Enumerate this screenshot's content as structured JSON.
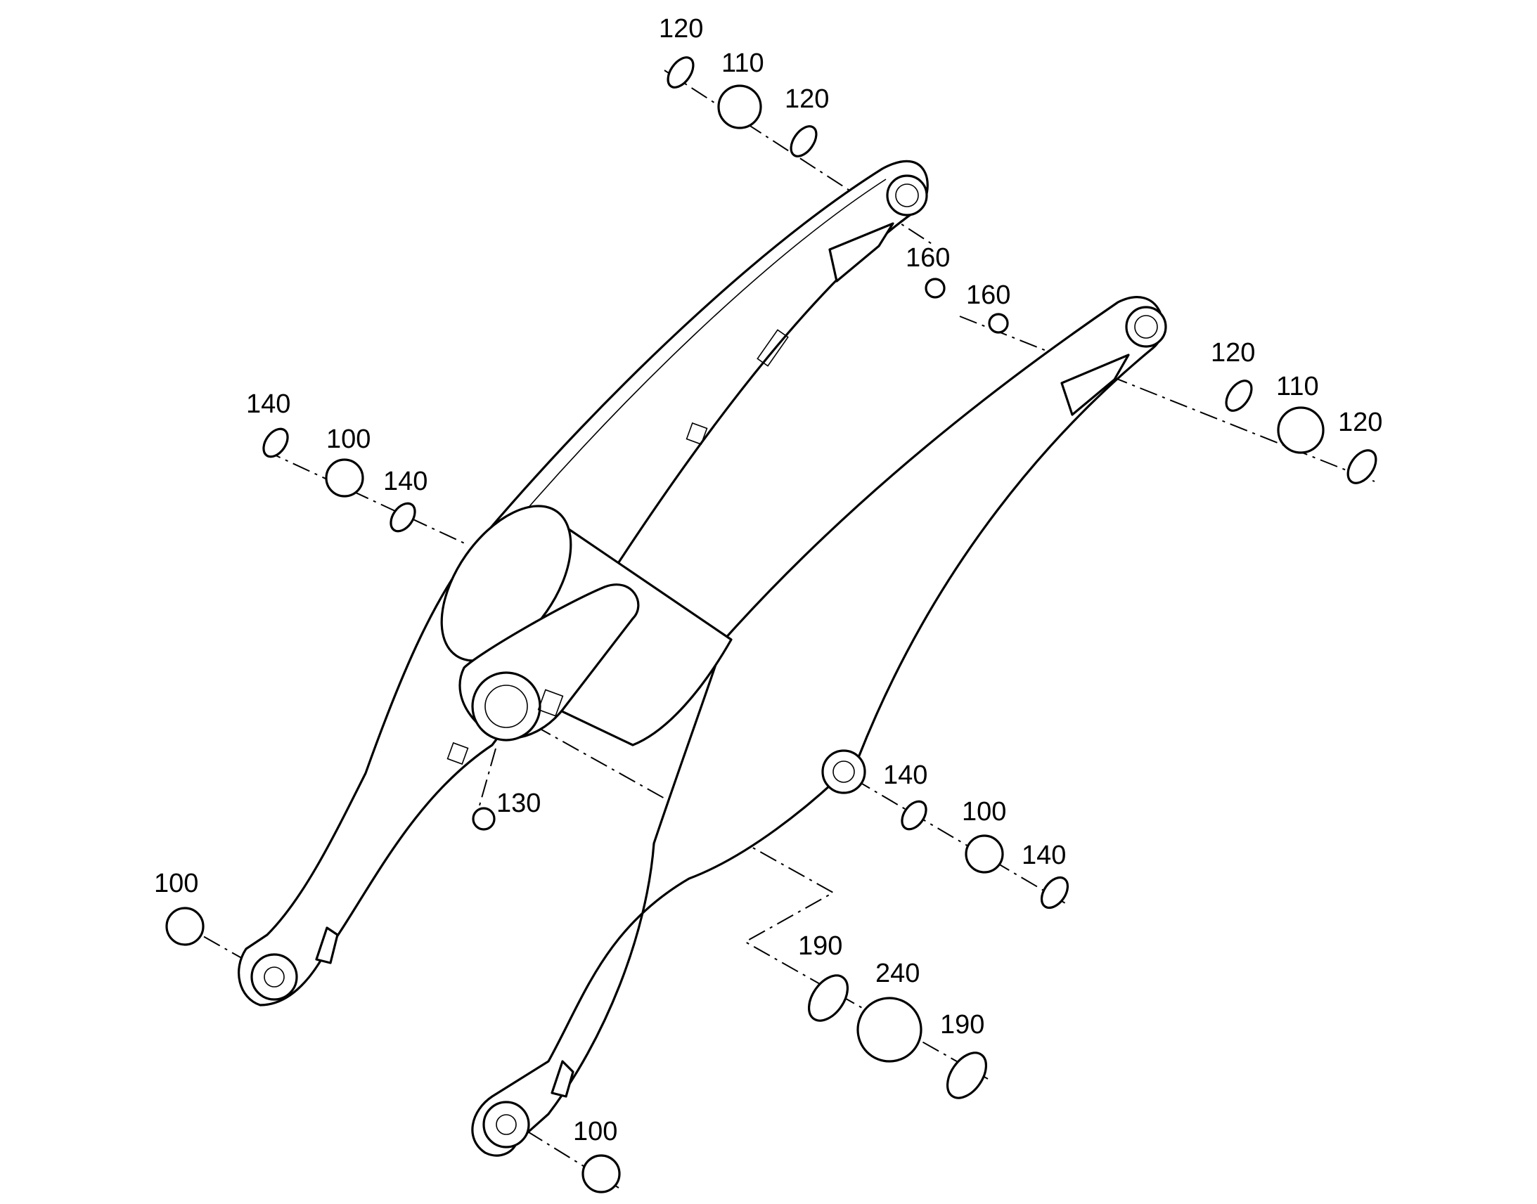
{
  "diagram": {
    "labels": [
      "120",
      "110",
      "120",
      "160",
      "160",
      "120",
      "110",
      "120",
      "140",
      "100",
      "140",
      "130",
      "140",
      "100",
      "140",
      "100",
      "190",
      "240",
      "190",
      "100"
    ]
  },
  "colors": {
    "line": "#000000",
    "background": "#ffffff"
  }
}
